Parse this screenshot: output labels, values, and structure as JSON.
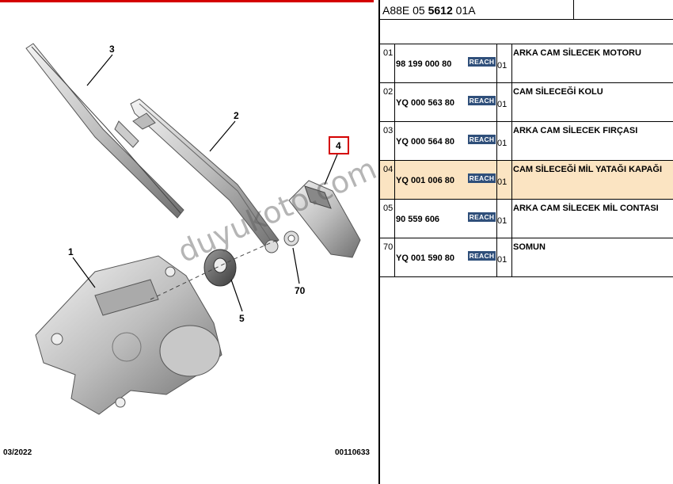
{
  "header": {
    "code_prefix": "A88E 05 ",
    "code_bold": "5612",
    "code_suffix": " 01A"
  },
  "diagram": {
    "callouts": [
      "3",
      "2",
      "4",
      "1",
      "5",
      "70"
    ],
    "footer_date": "03/2022",
    "footer_ref": "00110633",
    "watermark": "duyukoto.com"
  },
  "parts": [
    {
      "idx": "01",
      "number": "98 199 000 80",
      "badge": "REACH",
      "qty": "01",
      "desc": "ARKA CAM SİLECEK MOTORU",
      "highlight": false
    },
    {
      "idx": "02",
      "number": "YQ 000 563 80",
      "badge": "REACH",
      "qty": "01",
      "desc": "CAM SİLECEĞİ KOLU",
      "highlight": false
    },
    {
      "idx": "03",
      "number": "YQ 000 564 80",
      "badge": "REACH",
      "qty": "01",
      "desc": "ARKA CAM SİLECEK FIRÇASI",
      "highlight": false
    },
    {
      "idx": "04",
      "number": "YQ 001 006 80",
      "badge": "REACH",
      "qty": "01",
      "desc": "CAM SİLECEĞİ MİL YATAĞI KAPAĞI",
      "highlight": true
    },
    {
      "idx": "05",
      "number": "90 559 606",
      "badge": "REACH",
      "qty": "01",
      "desc": "ARKA CAM SİLECEK MİL CONTASI",
      "highlight": false
    },
    {
      "idx": "70",
      "number": "YQ 001 590 80",
      "badge": "REACH",
      "qty": "01",
      "desc": "SOMUN",
      "highlight": false
    }
  ],
  "colors": {
    "highlight": "#fbe4c2",
    "badge": "#2f4f7a",
    "topbar": "#d40000",
    "callout_box": "#d40000"
  }
}
